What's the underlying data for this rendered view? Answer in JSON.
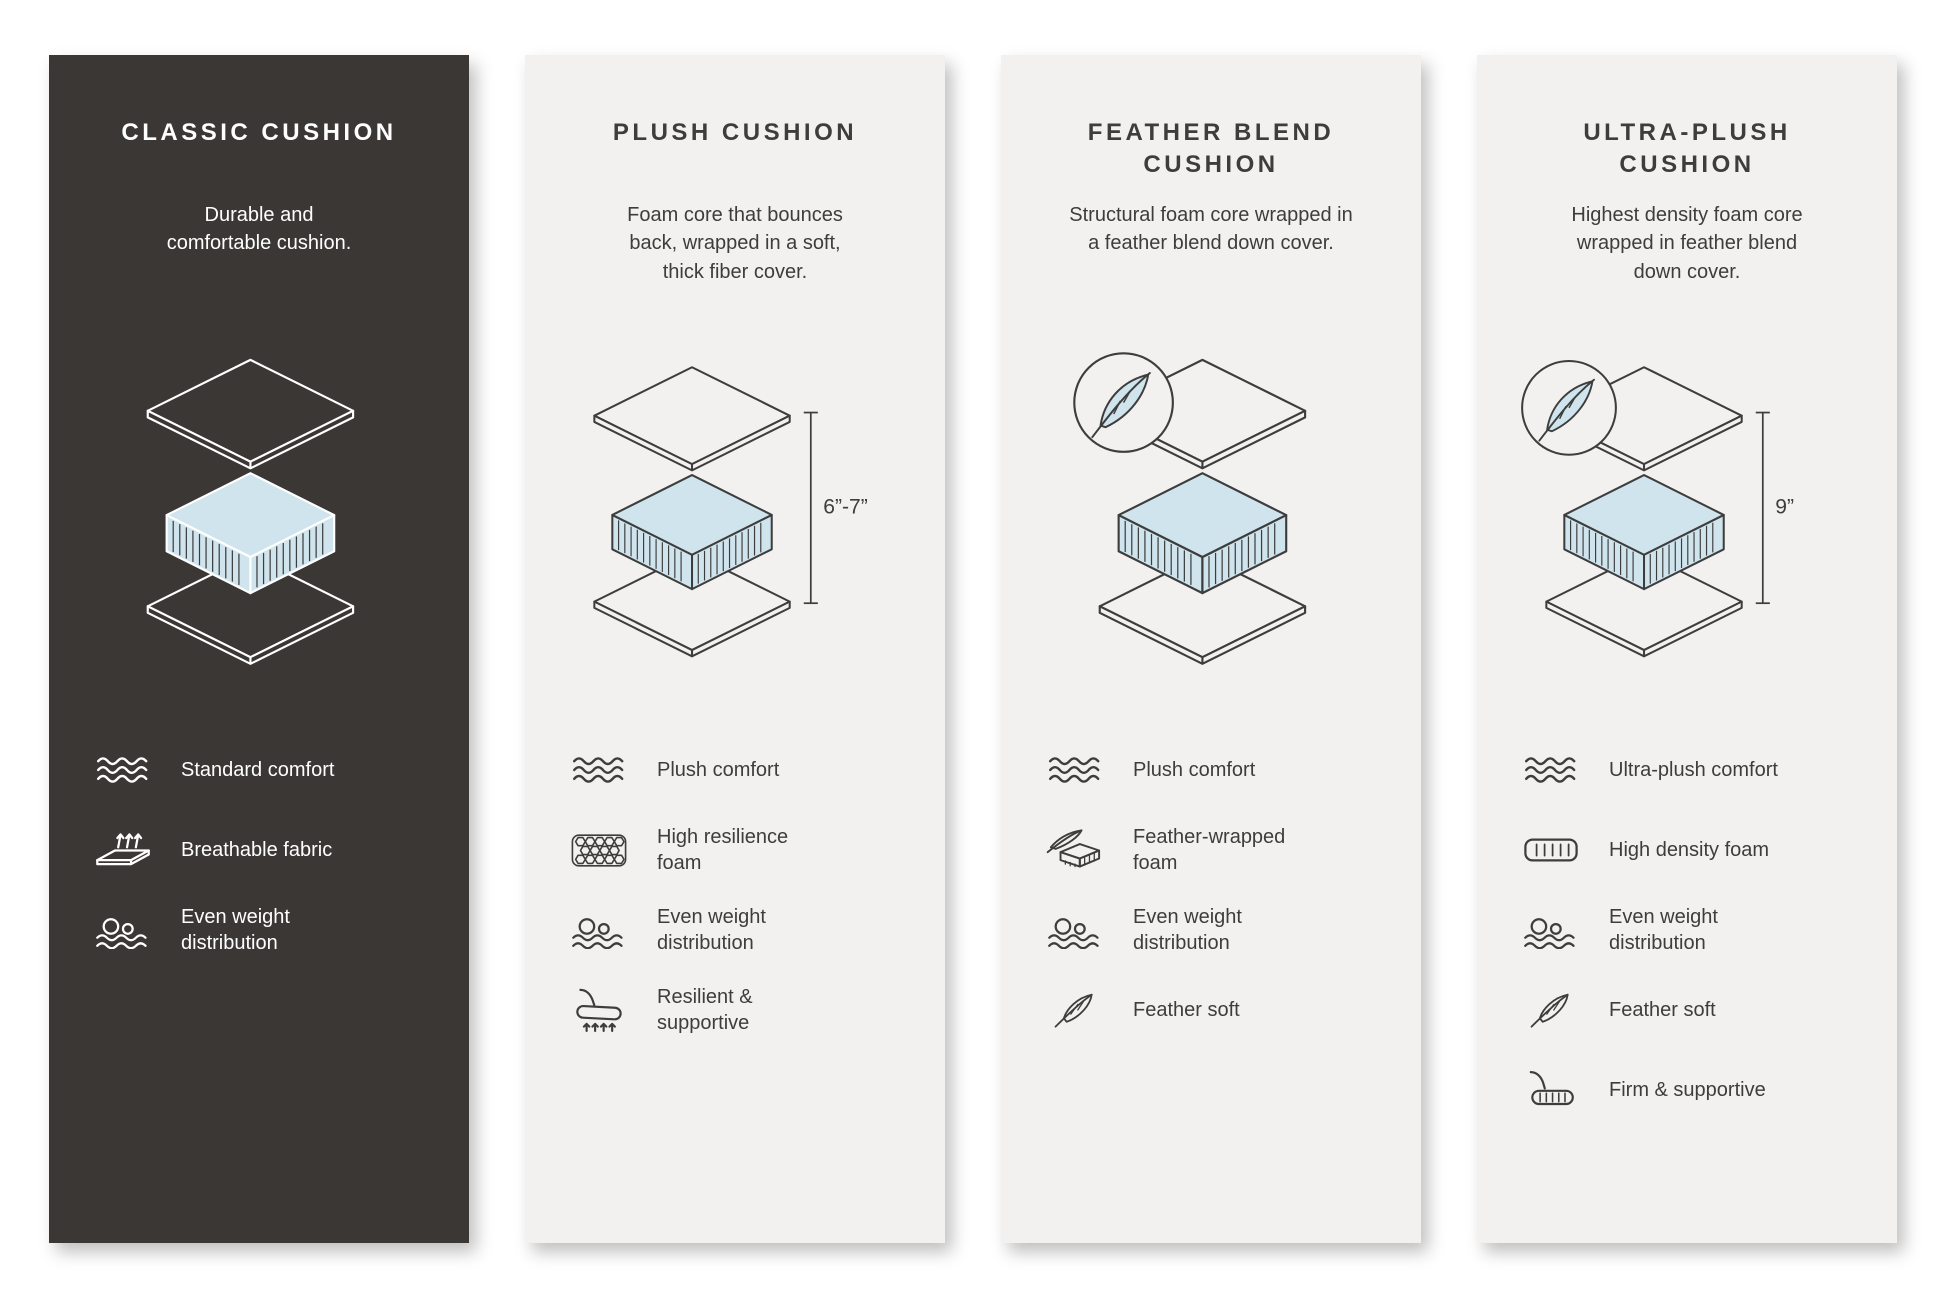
{
  "colors": {
    "page_bg": "#ffffff",
    "dark_panel": "#3a3735",
    "light_panel": "#f2f1ef",
    "foam_blue": "#cfe4ed",
    "ink": "#3d3d3d",
    "diagram_stroke": "#3d3d3d",
    "stroke_on_dark": "#ffffff",
    "foam_hatch": "#3d3d3d"
  },
  "cards": [
    {
      "id": "classic",
      "theme": "dark",
      "title": "CLASSIC CUSHION",
      "description": "Durable and\ncomfortable cushion.",
      "diagram": {
        "feather_badge": false,
        "dimension_label": ""
      },
      "features": [
        {
          "icon": "waves-icon",
          "label": "Standard comfort"
        },
        {
          "icon": "breathable-icon",
          "label": "Breathable fabric"
        },
        {
          "icon": "weight-distribution-icon",
          "label": "Even weight\ndistribution"
        }
      ]
    },
    {
      "id": "plush",
      "theme": "light",
      "title": "PLUSH CUSHION",
      "description": "Foam core that bounces\nback, wrapped in a soft,\nthick fiber cover.",
      "diagram": {
        "feather_badge": false,
        "dimension_label": "6”-7”"
      },
      "features": [
        {
          "icon": "waves-icon",
          "label": "Plush comfort"
        },
        {
          "icon": "foam-cells-icon",
          "label": "High resilience\nfoam"
        },
        {
          "icon": "weight-distribution-icon",
          "label": "Even weight\ndistribution"
        },
        {
          "icon": "resilient-icon",
          "label": "Resilient &\nsupportive"
        }
      ]
    },
    {
      "id": "feather-blend",
      "theme": "light",
      "title": "FEATHER BLEND\nCUSHION",
      "description": "Structural foam core wrapped in\na feather blend down cover.",
      "diagram": {
        "feather_badge": true,
        "dimension_label": ""
      },
      "features": [
        {
          "icon": "waves-icon",
          "label": "Plush comfort"
        },
        {
          "icon": "feather-foam-icon",
          "label": "Feather-wrapped\nfoam"
        },
        {
          "icon": "weight-distribution-icon",
          "label": "Even weight\ndistribution"
        },
        {
          "icon": "feather-icon",
          "label": "Feather soft"
        }
      ]
    },
    {
      "id": "ultra-plush",
      "theme": "light",
      "title": "ULTRA-PLUSH\nCUSHION",
      "description": "Highest density foam core\nwrapped in feather blend\ndown cover.",
      "diagram": {
        "feather_badge": true,
        "dimension_label": "9”"
      },
      "features": [
        {
          "icon": "waves-icon",
          "label": "Ultra-plush comfort"
        },
        {
          "icon": "density-foam-icon",
          "label": "High density foam"
        },
        {
          "icon": "weight-distribution-icon",
          "label": "Even weight\ndistribution"
        },
        {
          "icon": "feather-icon",
          "label": "Feather soft"
        },
        {
          "icon": "firm-supportive-icon",
          "label": "Firm & supportive"
        }
      ]
    }
  ]
}
